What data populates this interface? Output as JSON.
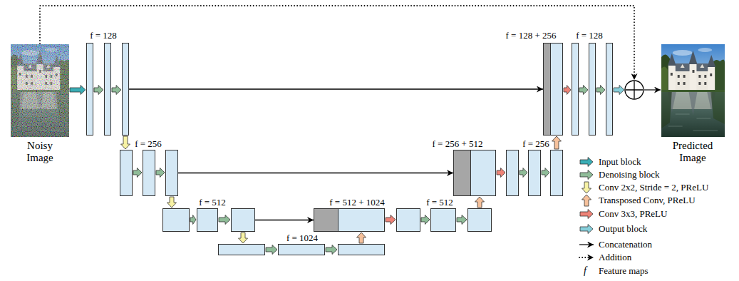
{
  "diagram": {
    "nodes": [
      {
        "text": [
          "Noisy Image"
        ]
      },
      {
        "text": [
          "f = 128"
        ]
      },
      {
        "text": [
          "f = 256"
        ]
      },
      {
        "text": [
          "f = 512"
        ]
      },
      {
        "text": [
          "f = 1024"
        ]
      },
      {
        "text": [
          "f = 512 + 1024"
        ]
      },
      {
        "text": [
          "f = 512"
        ]
      },
      {
        "text": [
          "f = 256 + 512"
        ]
      },
      {
        "text": [
          "f = 256"
        ]
      },
      {
        "text": [
          "f = 128 + 256"
        ]
      },
      {
        "text": [
          "f = 128"
        ]
      },
      {
        "text": [
          "Predicted Image"
        ]
      }
    ],
    "edges": [
      {
        "from": 1,
        "to": 9,
        "arrow": "to"
      },
      {
        "from": 2,
        "to": 7,
        "arrow": "to"
      },
      {
        "from": 3,
        "to": 5,
        "arrow": "to"
      }
    ],
    "labels": [
      "f"
    ],
    "legend": [
      {
        "text": "Input block"
      },
      {
        "text": "Denoising block"
      },
      {
        "text": "Conv 2x2, Stride = 2, PReLU"
      },
      {
        "text": "Transposed Conv, PReLU"
      },
      {
        "text": "Conv 3x3, PReLU"
      },
      {
        "text": "Output block"
      },
      {
        "text": "Concatenation"
      },
      {
        "text": "Addition"
      },
      {
        "text": "Feature maps"
      }
    ]
  }
}
